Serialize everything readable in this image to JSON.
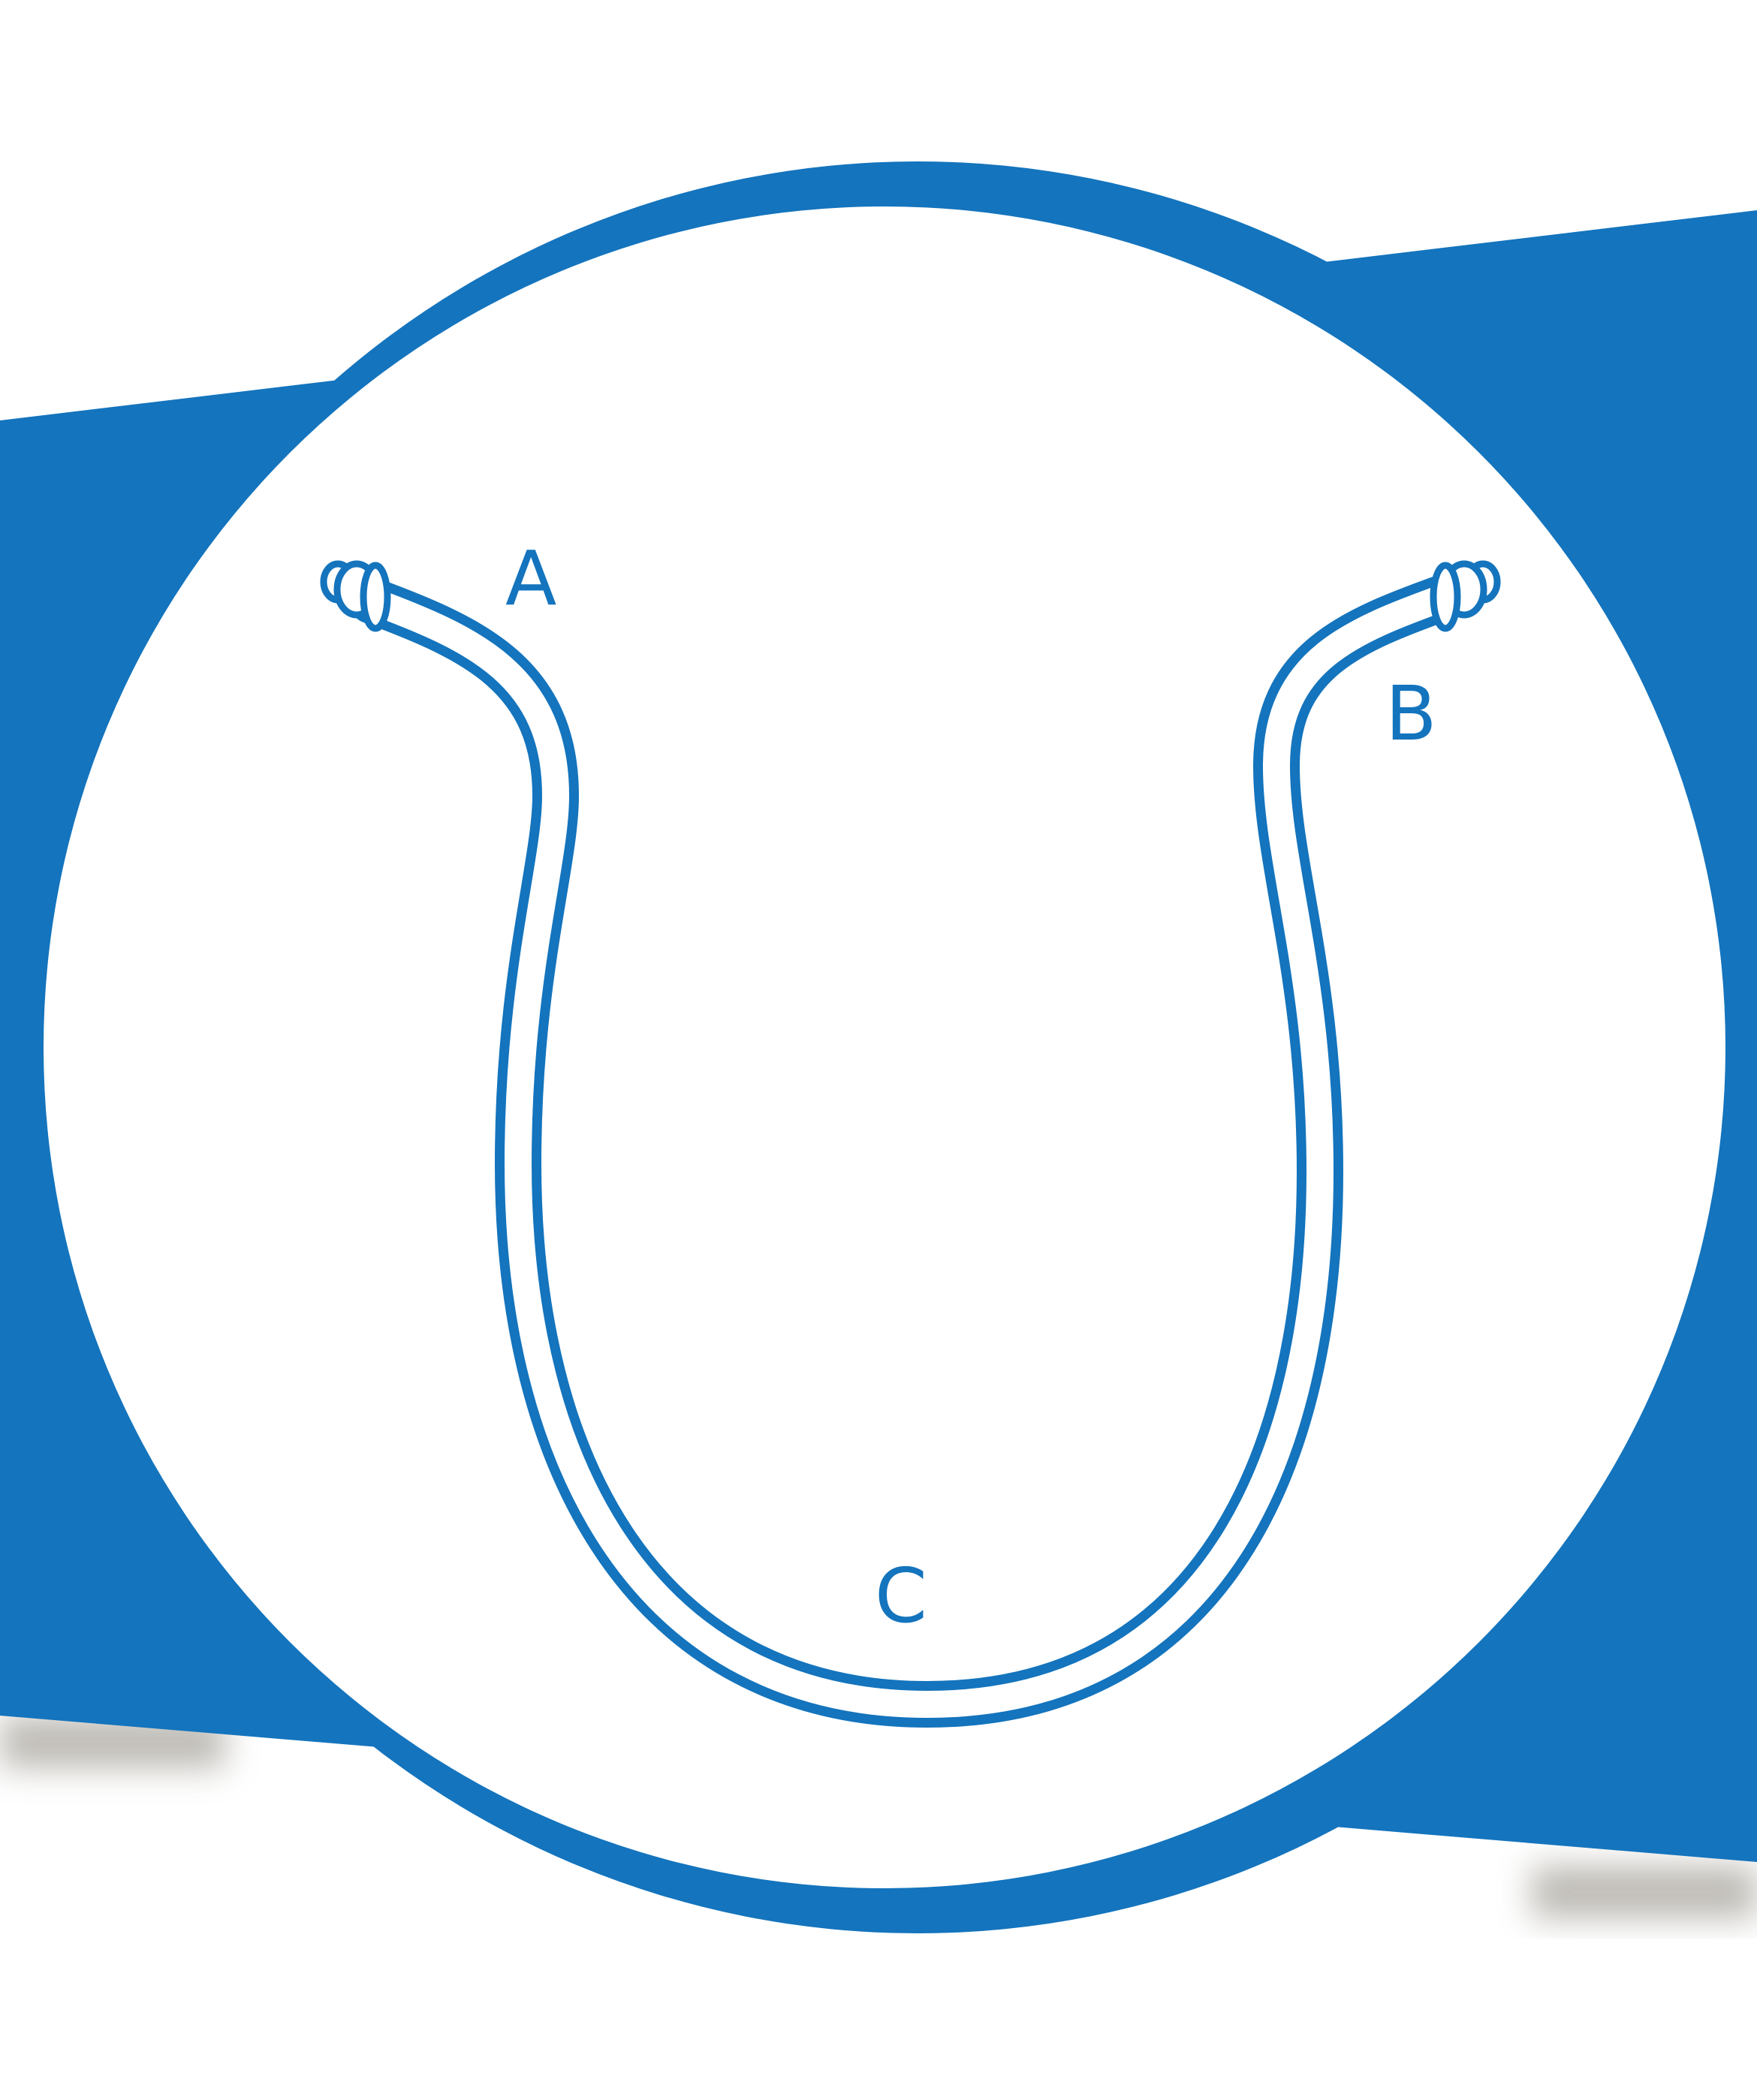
{
  "colors": {
    "brand_blue": "#1474bd",
    "background": "#ffffff",
    "shadow": "#a8a49c"
  },
  "diagram": {
    "labels": {
      "a": "A",
      "b": "B",
      "c": "C"
    }
  }
}
